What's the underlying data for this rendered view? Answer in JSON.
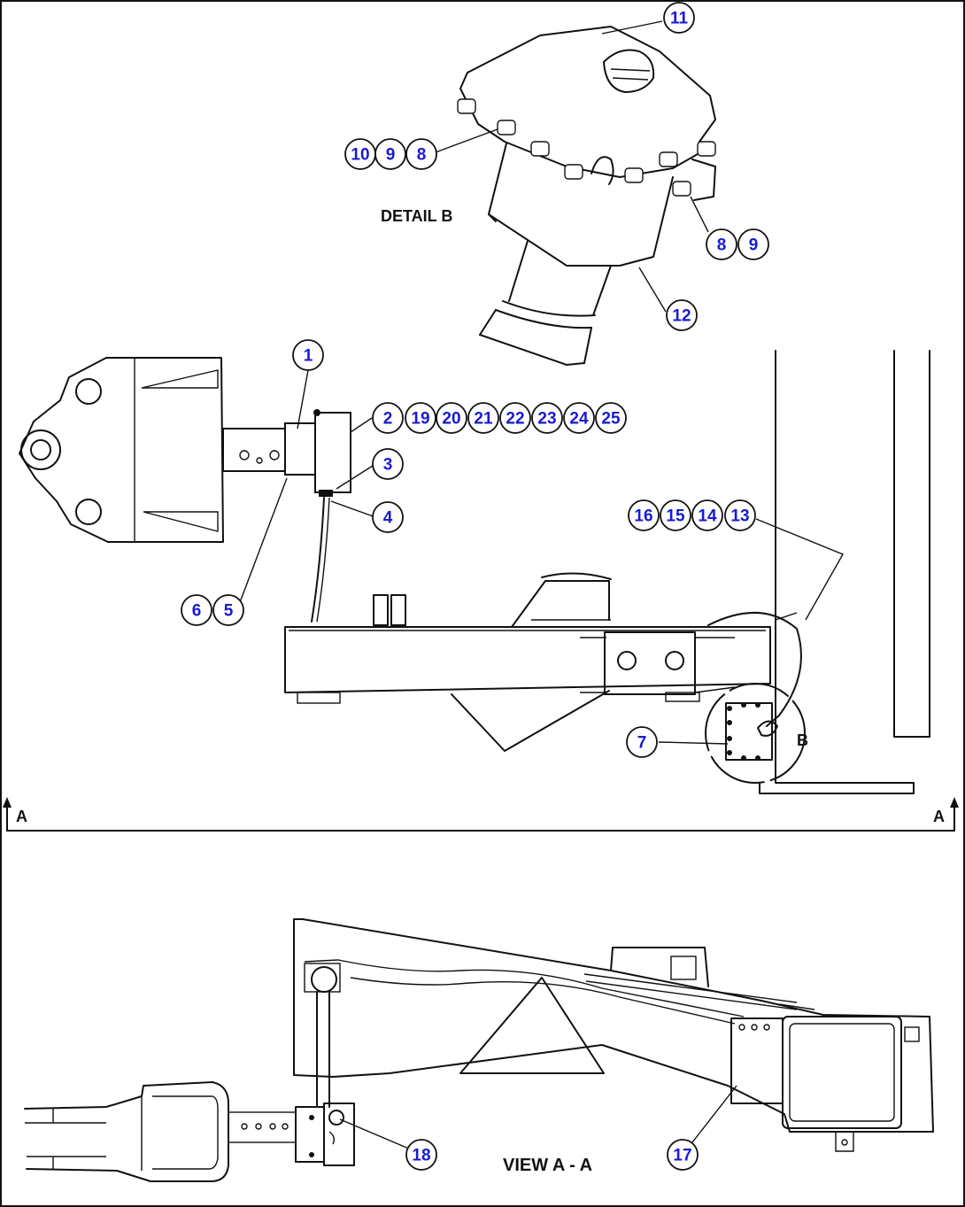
{
  "labels": {
    "detail_b": "DETAIL B",
    "view_aa": "VIEW A - A",
    "section_left": "A",
    "section_right": "A",
    "detail_marker": "B"
  },
  "callouts": [
    {
      "id": "c11",
      "text": "11"
    },
    {
      "id": "c10",
      "text": "10"
    },
    {
      "id": "c9a",
      "text": "9"
    },
    {
      "id": "c8a",
      "text": "8"
    },
    {
      "id": "c8b",
      "text": "8"
    },
    {
      "id": "c9b",
      "text": "9"
    },
    {
      "id": "c12",
      "text": "12"
    },
    {
      "id": "c1",
      "text": "1"
    },
    {
      "id": "c2",
      "text": "2"
    },
    {
      "id": "c19",
      "text": "19"
    },
    {
      "id": "c20",
      "text": "20"
    },
    {
      "id": "c21",
      "text": "21"
    },
    {
      "id": "c22",
      "text": "22"
    },
    {
      "id": "c23",
      "text": "23"
    },
    {
      "id": "c24",
      "text": "24"
    },
    {
      "id": "c25",
      "text": "25"
    },
    {
      "id": "c3",
      "text": "3"
    },
    {
      "id": "c4",
      "text": "4"
    },
    {
      "id": "c16",
      "text": "16"
    },
    {
      "id": "c15",
      "text": "15"
    },
    {
      "id": "c14",
      "text": "14"
    },
    {
      "id": "c13",
      "text": "13"
    },
    {
      "id": "c6",
      "text": "6"
    },
    {
      "id": "c5",
      "text": "5"
    },
    {
      "id": "c7",
      "text": "7"
    },
    {
      "id": "c18",
      "text": "18"
    },
    {
      "id": "c17",
      "text": "17"
    }
  ],
  "colors": {
    "callout_text": "#1a1ad0",
    "line": "#111111",
    "background": "#ffffff"
  }
}
